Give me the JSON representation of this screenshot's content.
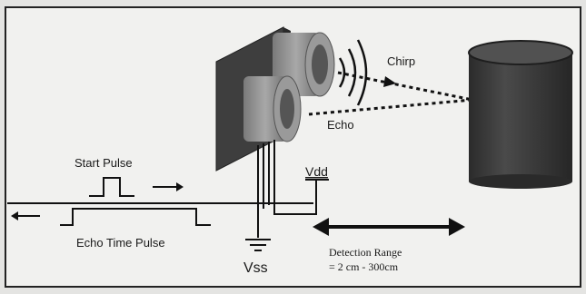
{
  "labels": {
    "chirp": "Chirp",
    "echo": "Echo",
    "vdd": "Vdd",
    "vss": "Vss",
    "start_pulse": "Start Pulse",
    "echo_time_pulse": "Echo Time Pulse",
    "detection_range_line1": "Detection Range",
    "detection_range_line2": "= 2 cm - 300cm"
  },
  "colors": {
    "background": "#e4e4e2",
    "panel": "#f1f1ef",
    "sensor_board": "#4a4a4a",
    "transducer": "#8e8e8e",
    "target": "#3a3a3a",
    "line": "#111111"
  },
  "icons": {
    "signal_direction_right": "arrow-right",
    "signal_direction_left": "arrow-left",
    "range_indicator": "double-arrow"
  }
}
